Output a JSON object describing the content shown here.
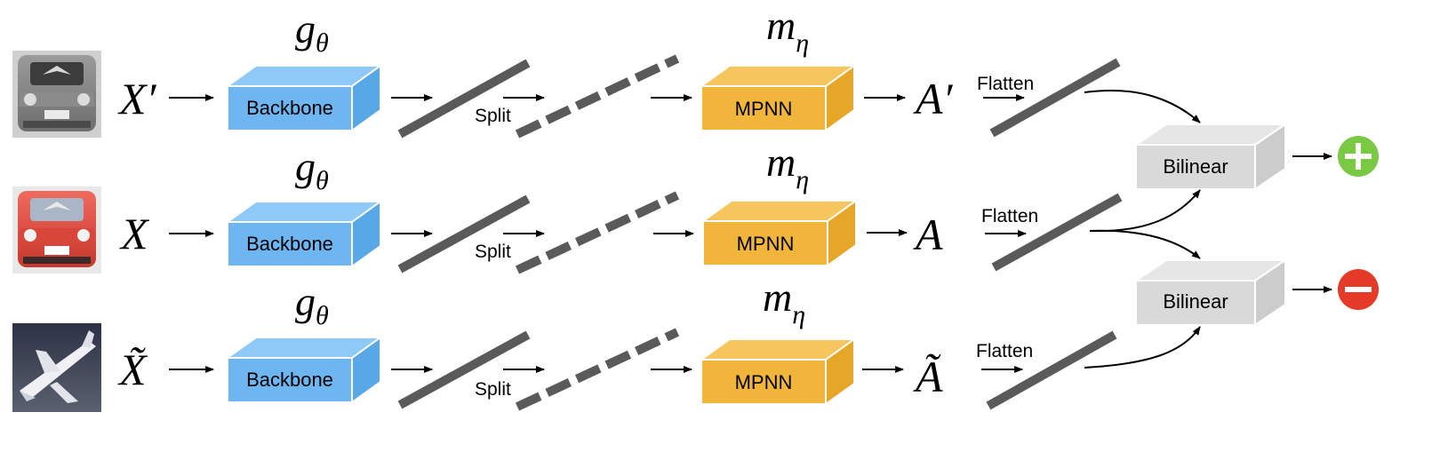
{
  "rows": [
    {
      "input_symbol": "X′",
      "image_desc": "grey car",
      "encoder_symbol": "g",
      "encoder_subscript": "θ",
      "backbone_label": "Backbone",
      "split_label": "Split",
      "mpnn_symbol": "m",
      "mpnn_subscript": "η",
      "mpnn_label": "MPNN",
      "output_symbol": "A′",
      "flatten_label": "Flatten"
    },
    {
      "input_symbol": "X",
      "image_desc": "red car",
      "encoder_symbol": "g",
      "encoder_subscript": "θ",
      "backbone_label": "Backbone",
      "split_label": "Split",
      "mpnn_symbol": "m",
      "mpnn_subscript": "η",
      "mpnn_label": "MPNN",
      "output_symbol": "A",
      "flatten_label": "Flatten"
    },
    {
      "input_symbol": "X̃",
      "image_desc": "airplane",
      "encoder_symbol": "g",
      "encoder_subscript": "θ",
      "backbone_label": "Backbone",
      "split_label": "Split",
      "mpnn_symbol": "m",
      "mpnn_subscript": "η",
      "mpnn_label": "MPNN",
      "output_symbol": "Ã",
      "flatten_label": "Flatten"
    }
  ],
  "bilinear_blocks": [
    {
      "label": "Bilinear",
      "result_sign": "+",
      "result_color": "#7ac943"
    },
    {
      "label": "Bilinear",
      "result_sign": "−",
      "result_color": "#e53a27"
    }
  ],
  "colors": {
    "backbone_front": "#6db6f2",
    "backbone_top": "#8ec9f7",
    "backbone_side": "#58a7e6",
    "mpnn_front": "#f2b53c",
    "mpnn_top": "#f6c55e",
    "mpnn_side": "#e6a628",
    "bilinear_front": "#d9d9d9",
    "bilinear_top": "#e6e6e6",
    "bilinear_side": "#cccccc",
    "bar": "#5a5a5a"
  }
}
